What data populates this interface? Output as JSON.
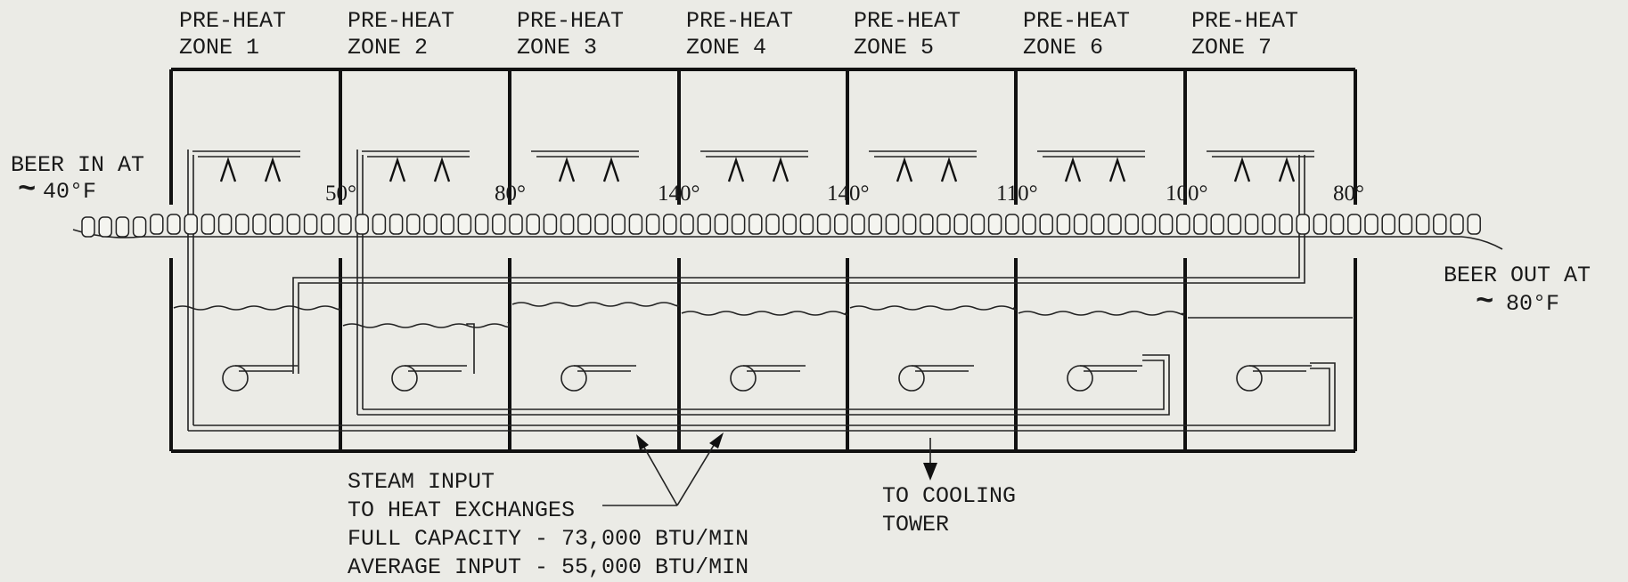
{
  "zones": [
    {
      "line1": "PRE-HEAT",
      "line2": "ZONE 1"
    },
    {
      "line1": "PRE-HEAT",
      "line2": "ZONE 2"
    },
    {
      "line1": "PRE-HEAT",
      "line2": "ZONE 3"
    },
    {
      "line1": "PRE-HEAT",
      "line2": "ZONE 4"
    },
    {
      "line1": "PRE-HEAT",
      "line2": "ZONE 5"
    },
    {
      "line1": "PRE-HEAT",
      "line2": "ZONE 6"
    },
    {
      "line1": "PRE-HEAT",
      "line2": "ZONE 7"
    }
  ],
  "temperatures": [
    "50°",
    "80°",
    "140°",
    "140°",
    "110°",
    "100°",
    "80°"
  ],
  "beer_in": {
    "line1": "BEER IN AT",
    "line2": "40°F"
  },
  "beer_out": {
    "line1": "BEER OUT AT",
    "line2": "80°F"
  },
  "approx_symbol": "~",
  "steam": {
    "line1": "STEAM INPUT",
    "line2": "TO HEAT EXCHANGES",
    "line3": "FULL CAPACITY - 73,000 BTU/MIN",
    "line4": "AVERAGE INPUT - 55,000 BTU/MIN"
  },
  "cooling": {
    "line1": "TO COOLING",
    "line2": "TOWER"
  }
}
